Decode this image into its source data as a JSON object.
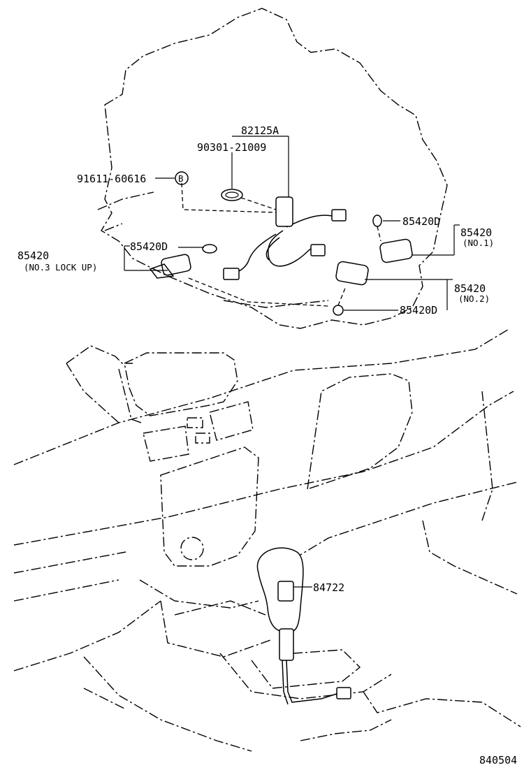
{
  "labels": {
    "p82125a": "82125A",
    "p90301": "90301-21009",
    "p91611": "91611-60616",
    "bmark": "B",
    "p85420_lockup": "85420",
    "p85420_lockup_note": "(NO.3 LOCK UP)",
    "p85420d_left": "85420D",
    "p85420d_no1": "85420D",
    "p85420_no1": "85420",
    "p85420_no1_note": "(NO.1)",
    "p85420_no2": "85420",
    "p85420_no2_note": "(NO.2)",
    "p85420d_no2": "85420D",
    "p84722": "84722",
    "figure_no": "840504"
  }
}
